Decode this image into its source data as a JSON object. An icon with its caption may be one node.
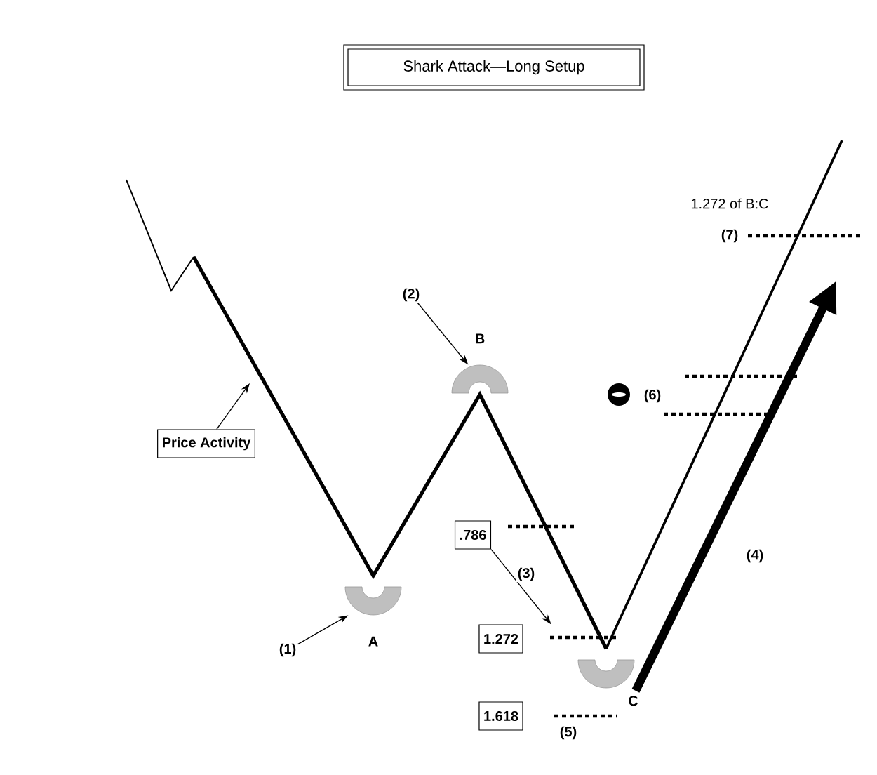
{
  "diagram": {
    "title": "Shark Attack—Long Setup",
    "nodes": [
      {
        "text": [
          "Price Activity"
        ]
      },
      {
        "text": [
          "(1)"
        ]
      },
      {
        "text": [
          "A"
        ]
      },
      {
        "text": [
          "(2)"
        ]
      },
      {
        "text": [
          "B"
        ]
      },
      {
        "text": [
          ".786"
        ]
      },
      {
        "text": [
          "1.272"
        ]
      },
      {
        "text": [
          "1.618"
        ]
      },
      {
        "text": [
          "C"
        ]
      }
    ],
    "edges": [
      {
        "from": 0,
        "to": null,
        "arrow": "to"
      },
      {
        "from": 1,
        "to": 2,
        "arrow": "to"
      },
      {
        "from": 3,
        "to": 4,
        "arrow": "to"
      },
      {
        "from": 5,
        "to": 6,
        "arrow": "to",
        "label": "(3)"
      }
    ],
    "labels": [
      "1.272 of B:C",
      "(7)",
      "(6)",
      "(4)",
      "(5)"
    ]
  }
}
